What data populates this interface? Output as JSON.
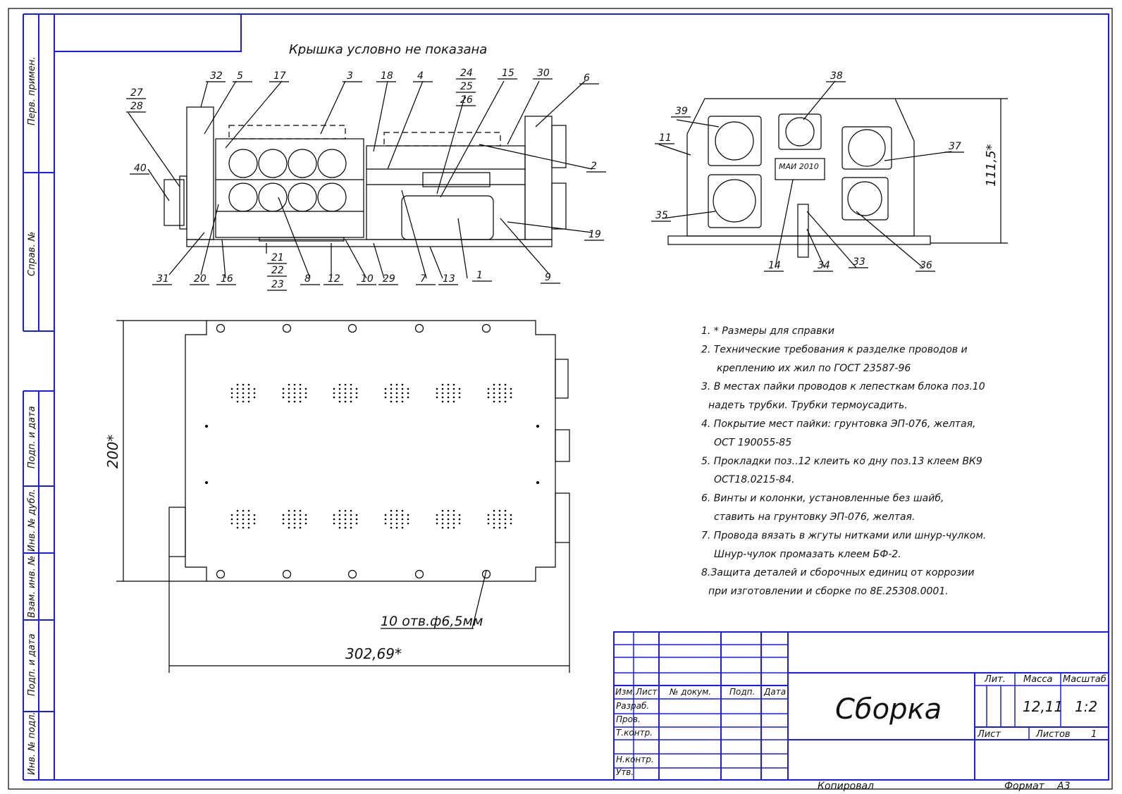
{
  "header_note": "Крышка условно не показана",
  "side_labels": [
    "Перв. примен.",
    "Справ. №",
    "Подп. и дата",
    "Инв. № дубл.",
    "Взам. инв. №",
    "Подп. и дата",
    "Инв. № подл."
  ],
  "callouts_front": [
    "27",
    "28",
    "32",
    "5",
    "17",
    "3",
    "18",
    "4",
    "24",
    "25",
    "26",
    "15",
    "30",
    "6",
    "40",
    "2",
    "19",
    "31",
    "20",
    "16",
    "21",
    "22",
    "23",
    "8",
    "12",
    "10",
    "29",
    "7",
    "13",
    "1",
    "9"
  ],
  "callouts_right": [
    "38",
    "39",
    "11",
    "37",
    "35",
    "14",
    "34",
    "33",
    "36"
  ],
  "dims": {
    "height_right": "111,5*",
    "height_plan": "200*",
    "width_plan": "302,69*",
    "holes": "10 отв.ф6,5мм"
  },
  "plate_text": "МАИ 2010",
  "notes": [
    "1. * Размеры для справки",
    "2. Технические требования к разделке проводов и",
    "креплению их жил по ГОСТ 23587-96",
    "3. В местах пайки проводов к лепесткам блока поз.10",
    "надеть трубки. Трубки термоусадить.",
    "4. Покрытие мест пайки: грунтовка ЭП-076, желтая,",
    "ОСТ 190055-85",
    "5. Прокладки поз..12 клеить ко дну поз.13 клеем ВК9",
    "ОСТ18.0215-84.",
    "6. Винты и колонки, установленные без шайб,",
    "ставить на грунтовку ЭП-076, желтая.",
    "7. Провода вязать в жгуты нитками или шнур-чулком.",
    "Шнур-чулок промазать клеем БФ-2.",
    "8.Защита деталей и сборочных единиц от коррозии",
    "при изготовлении и сборке по 8Е.25308.0001."
  ],
  "title_block": {
    "row_headers": [
      "Изм.",
      "Лист",
      "№ докум.",
      "Подп.",
      "Дата"
    ],
    "roles": [
      "Разраб.",
      "Пров.",
      "Т.контр.",
      "",
      "Н.контр.",
      "Утв."
    ],
    "title": "Сборка",
    "lit_label": "Лит.",
    "mass_label": "Масса",
    "scale_label": "Масштаб",
    "mass": "12,11",
    "scale": "1:2",
    "sheet_label": "Лист",
    "sheets_label": "Листов",
    "sheets": "1"
  },
  "footer": {
    "copied": "Копировал",
    "format_label": "Формат",
    "format": "А3"
  }
}
